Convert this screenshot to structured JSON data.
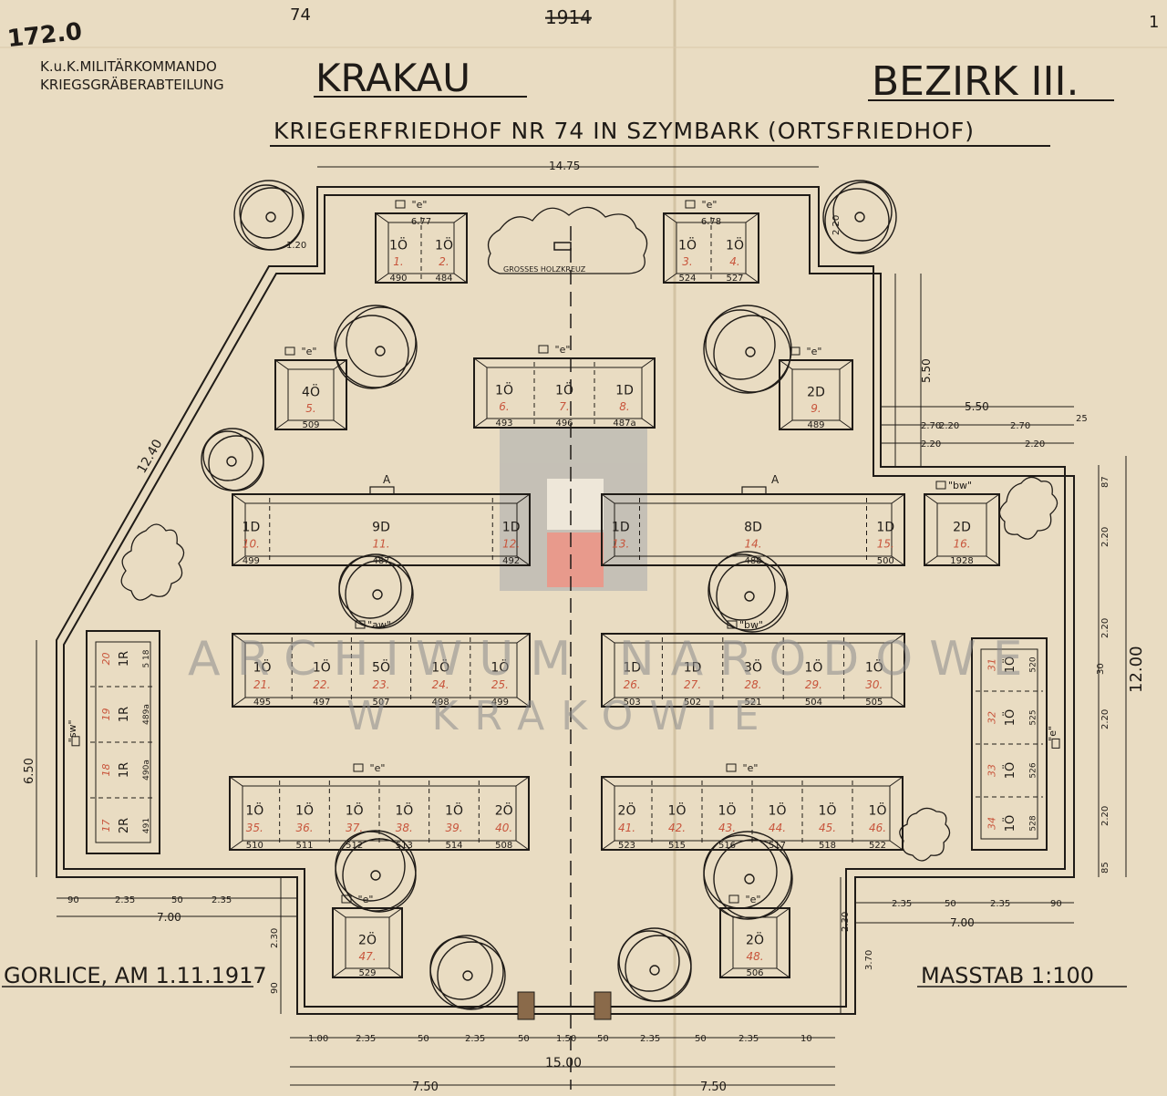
{
  "header": {
    "archive_no": "172.0",
    "pencil_note": "74",
    "crossed_note": "1914",
    "corner_mark": "1",
    "command_line1": "K.u.K.MILITÄRKOMMANDO",
    "command_line2": "KRIEGSGRÄBERABTEILUNG",
    "city": "KRAKAU",
    "district": "BEZIRK III.",
    "title": "KRIEGERFRIEDHOF NR 74 IN SZYMBARK (ORTSFRIEDHOF)"
  },
  "footer": {
    "date": "GORLICE, AM 1.11.1917",
    "scale": "MASSTAB 1:100"
  },
  "watermark": {
    "line1": "ARCHIWUM NARODOWE",
    "line2": "W KRAKOWIE"
  },
  "cross_label": "GROSSES HOLZKREUZ",
  "monument_marker": "A",
  "grave_rows": [
    {
      "type_label": "\"e\"",
      "cells": [
        {
          "label": "1Ö",
          "num": "1.",
          "code": "490"
        },
        {
          "label": "1Ö",
          "num": "2.",
          "code": "484"
        }
      ],
      "top_note": "6.77"
    },
    {
      "type_label": "\"e\"",
      "cells": [
        {
          "label": "1Ö",
          "num": "3.",
          "code": "524"
        },
        {
          "label": "1Ö",
          "num": "4.",
          "code": "527"
        }
      ],
      "top_note": "6.78"
    },
    {
      "type_label": "\"e\"",
      "cells": [
        {
          "label": "4Ö",
          "num": "5.",
          "code": "509"
        }
      ]
    },
    {
      "type_label": "\"e\"",
      "cells": [
        {
          "label": "1Ö",
          "num": "6.",
          "code": "493"
        },
        {
          "label": "1Ö",
          "num": "7.",
          "code": "496"
        },
        {
          "label": "1D",
          "num": "8.",
          "code": "487a"
        }
      ]
    },
    {
      "type_label": "\"e\"",
      "cells": [
        {
          "label": "2D",
          "num": "9.",
          "code": "489"
        }
      ]
    },
    {
      "type_label": "",
      "cells": [
        {
          "label": "1D",
          "num": "10.",
          "code": "499"
        },
        {
          "label": "9D",
          "num": "11.",
          "code": "487"
        },
        {
          "label": "1D",
          "num": "12.",
          "code": "492"
        }
      ]
    },
    {
      "type_label": "",
      "cells": [
        {
          "label": "1D",
          "num": "13.",
          "code": ""
        },
        {
          "label": "8D",
          "num": "14.",
          "code": "488"
        },
        {
          "label": "1D",
          "num": "15.",
          "code": "500"
        }
      ]
    },
    {
      "type_label": "\"bw\"",
      "cells": [
        {
          "label": "2D",
          "num": "16.",
          "code": "1928"
        }
      ]
    },
    {
      "type_label": "\"aw\"",
      "cells": [
        {
          "label": "1Ö",
          "num": "21.",
          "code": "495"
        },
        {
          "label": "1Ö",
          "num": "22.",
          "code": "497"
        },
        {
          "label": "5Ö",
          "num": "23.",
          "code": "507"
        },
        {
          "label": "1Ö",
          "num": "24.",
          "code": "498"
        },
        {
          "label": "1Ö",
          "num": "25.",
          "code": "499"
        }
      ]
    },
    {
      "type_label": "\"bw\"",
      "cells": [
        {
          "label": "1D",
          "num": "26.",
          "code": "503"
        },
        {
          "label": "1D",
          "num": "27.",
          "code": "502"
        },
        {
          "label": "3Ö",
          "num": "28.",
          "code": "521"
        },
        {
          "label": "1Ö",
          "num": "29.",
          "code": "504"
        },
        {
          "label": "1Ö",
          "num": "30.",
          "code": "505"
        }
      ]
    },
    {
      "type_label": "\"e\"",
      "cells": [
        {
          "label": "1Ö",
          "num": "35.",
          "code": "510"
        },
        {
          "label": "1Ö",
          "num": "36.",
          "code": "511"
        },
        {
          "label": "1Ö",
          "num": "37.",
          "code": "512"
        },
        {
          "label": "1Ö",
          "num": "38.",
          "code": "513"
        },
        {
          "label": "1Ö",
          "num": "39.",
          "code": "514"
        },
        {
          "label": "2Ö",
          "num": "40.",
          "code": "508"
        }
      ]
    },
    {
      "type_label": "\"e\"",
      "cells": [
        {
          "label": "2Ö",
          "num": "41.",
          "code": "523"
        },
        {
          "label": "1Ö",
          "num": "42.",
          "code": "515"
        },
        {
          "label": "1Ö",
          "num": "43.",
          "code": "516"
        },
        {
          "label": "1Ö",
          "num": "44.",
          "code": "517"
        },
        {
          "label": "1Ö",
          "num": "45.",
          "code": "518"
        },
        {
          "label": "1Ö",
          "num": "46.",
          "code": "522"
        }
      ]
    },
    {
      "type_label": "\"e\"",
      "cells": [
        {
          "label": "2Ö",
          "num": "47.",
          "code": "529"
        }
      ]
    },
    {
      "type_label": "\"e\"",
      "cells": [
        {
          "label": "2Ö",
          "num": "48.",
          "code": "506"
        }
      ]
    }
  ],
  "left_column": {
    "type_label": "\"sw\"",
    "cells": [
      {
        "label": "1R",
        "num": "20",
        "code": "5 18"
      },
      {
        "label": "1R",
        "num": "19",
        "code": "489a"
      },
      {
        "label": "1R",
        "num": "18",
        "code": "490a"
      },
      {
        "label": "2R",
        "num": "17",
        "code": "491"
      }
    ]
  },
  "right_column": {
    "type_label": "\"e\"",
    "cells": [
      {
        "label": "1Ö",
        "num": "31",
        "code": "520"
      },
      {
        "label": "1Ö",
        "num": "32",
        "code": "525"
      },
      {
        "label": "1Ö",
        "num": "33",
        "code": "526"
      },
      {
        "label": "1Ö",
        "num": "34",
        "code": "528"
      }
    ]
  },
  "dimensions": {
    "top_width": "14.75",
    "left_wall": "12.40",
    "left_height": "6.50",
    "right_height": "12.00",
    "right_upper": "5.50",
    "right_step_width": "5.50",
    "bottom_total": "15.00",
    "bottom_half_left": "7.50",
    "bottom_half_right": "7.50",
    "left_bottom_total": "7.00",
    "right_bottom_total": "7.00",
    "d_235": "2.35",
    "d_220": "2.20",
    "d_270": "2.70",
    "d_50": "50",
    "d_90": "90",
    "d_100": "1.00",
    "d_120": "1.20",
    "d_230": "2.30",
    "d_370": "3.70",
    "d_85": "85",
    "d_87": "87",
    "d_10": "10",
    "d_25": "25",
    "d_150": "1.50",
    "d_30": "30"
  }
}
